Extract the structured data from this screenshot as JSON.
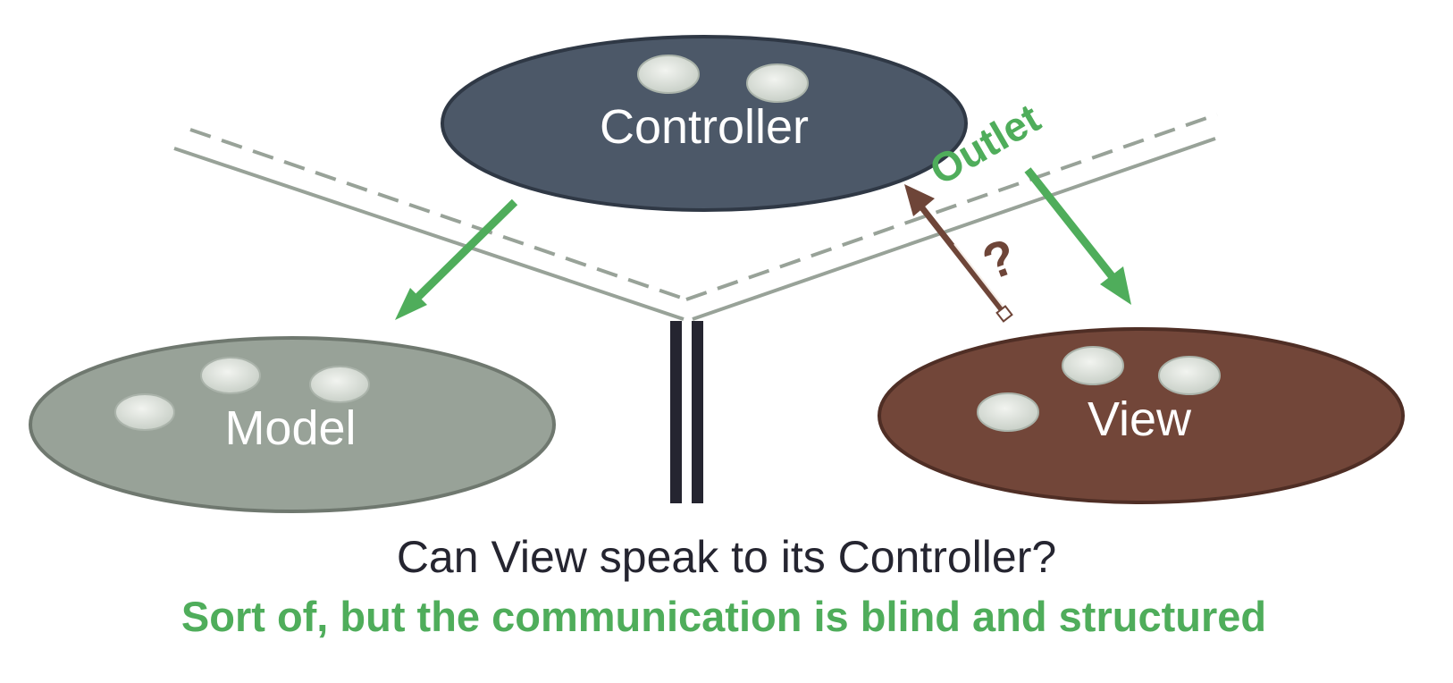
{
  "nodes": {
    "controller": {
      "label": "Controller",
      "fill": "#4c5868",
      "stroke": "#2f3845"
    },
    "model": {
      "label": "Model",
      "fill": "#98a298",
      "stroke": "#6f786f"
    },
    "view": {
      "label": "View",
      "fill": "#724639",
      "stroke": "#4f2e25"
    }
  },
  "edges": {
    "outlet_label": "Outlet",
    "question_mark": "?"
  },
  "captions": {
    "question": "Can View speak to its Controller?",
    "answer": "Sort of, but the communication is blind and structured"
  },
  "colors": {
    "green": "#4fad5b",
    "brown_arrow": "#6e4538",
    "divider": "#98a298",
    "wall": "#252530",
    "pill": "#dde2dc",
    "pill_stroke": "#aab3aa",
    "question_text": "#252530"
  }
}
